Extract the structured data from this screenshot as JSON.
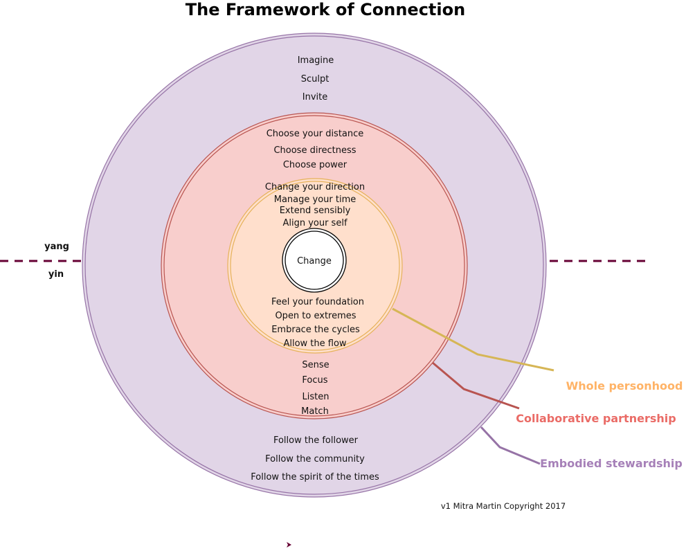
{
  "title": "The Framework of Connection",
  "colors": {
    "outer_fill": "#e1d5e7",
    "outer_stroke": "#9673a6",
    "middle_fill": "#f8cecc",
    "middle_stroke": "#b85450",
    "inner_fill": "#ffdfcc",
    "inner_stroke": "#e6b25a",
    "center_fill": "#ffffff",
    "center_stroke": "#000000",
    "divider": "#660033",
    "whole_personhood": "#ffb366",
    "whole_personhood_line": "#d6b656",
    "collaborative_partnership": "#ea6b66",
    "collaborative_partnership_line": "#b85450",
    "embodied_stewardship": "#a680b8",
    "embodied_stewardship_line": "#9673a6"
  },
  "center": {
    "label": "Change"
  },
  "divider": {
    "top_label": "yang",
    "bottom_label": "yin"
  },
  "outer_ring": {
    "top_items": [
      "Imagine",
      "Sculpt",
      "Invite"
    ],
    "bottom_items": [
      "Follow the follower",
      "Follow the community",
      "Follow the spirit of the times"
    ]
  },
  "middle_ring": {
    "top_items": [
      "Choose your distance",
      "Choose directness",
      "Choose power"
    ],
    "bottom_items": [
      "Sense",
      "Focus",
      "Listen",
      "Match"
    ]
  },
  "inner_ring": {
    "top_items": [
      "Change your direction",
      "Manage your time",
      "Extend sensibly",
      "Align your self"
    ],
    "bottom_items": [
      "Feel your foundation",
      "Open to extremes",
      "Embrace the cycles",
      "Allow the flow"
    ]
  },
  "legend": {
    "whole_personhood": "Whole personhood",
    "collaborative_partnership": "Collaborative partnership",
    "embodied_stewardship": "Embodied stewardship"
  },
  "copyright": "v1 Mitra Martin Copyright 2017",
  "cursor_icon": "arrow-pointer"
}
